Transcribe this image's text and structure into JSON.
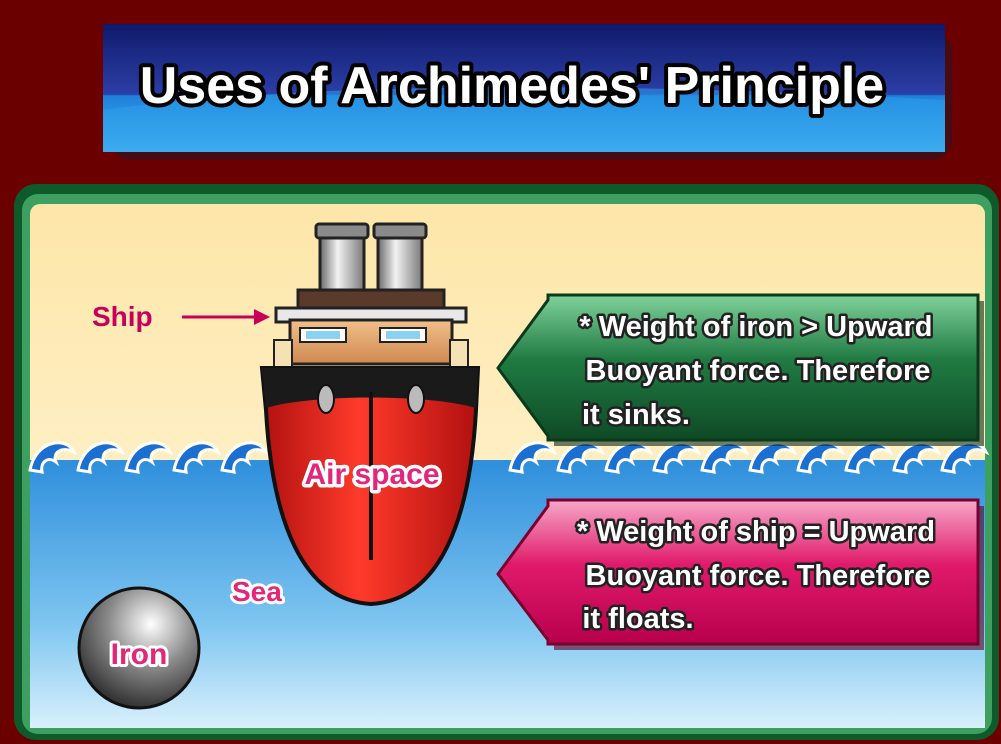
{
  "title": "Uses of Archimedes' Principle",
  "labels": {
    "ship": "Ship",
    "air_space": "Air space",
    "sea": "Sea",
    "iron": "Iron"
  },
  "boxes": {
    "iron": {
      "line1": "* Weight of iron > Upward",
      "line2": "Buoyant force. Therefore",
      "line3": "it sinks."
    },
    "ship": {
      "line1": "* Weight of ship = Upward",
      "line2": "Buoyant force. Therefore",
      "line3": "it floats."
    }
  },
  "colors": {
    "frame": "#6b0000",
    "banner": "#1e2a7a",
    "green_box": "#1f6e3a",
    "pink_box": "#d6125c",
    "label_pink": "#c8005a",
    "hull_red": "#e0241b",
    "sea_blue": "#4aa8e6",
    "sky_cream": "#fdf1c4"
  }
}
